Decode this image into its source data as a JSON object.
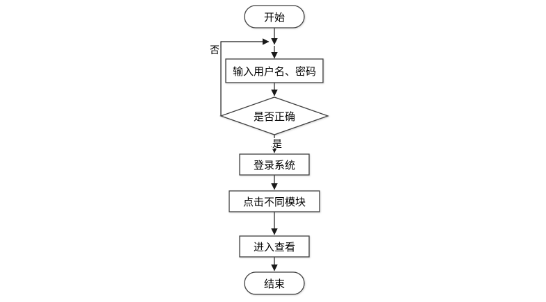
{
  "diagram": {
    "type": "flowchart",
    "colors": {
      "background": "#ffffff",
      "shape_fill": "#ffffff",
      "shape_stroke": "#3f3f3f",
      "connector": "#1a1a1a",
      "text": "#000000"
    },
    "nodes": {
      "start": {
        "type": "terminator",
        "label": "开始"
      },
      "input": {
        "type": "process",
        "label": "输入用户名、密码"
      },
      "decision": {
        "type": "decision",
        "label": "是否正确"
      },
      "login": {
        "type": "process",
        "label": "登录系统"
      },
      "modules": {
        "type": "process",
        "label": "点击不同模块"
      },
      "view": {
        "type": "process",
        "label": "进入查看"
      },
      "end": {
        "type": "terminator",
        "label": "结束"
      }
    },
    "edge_labels": {
      "yes": "是",
      "no": "否"
    }
  }
}
